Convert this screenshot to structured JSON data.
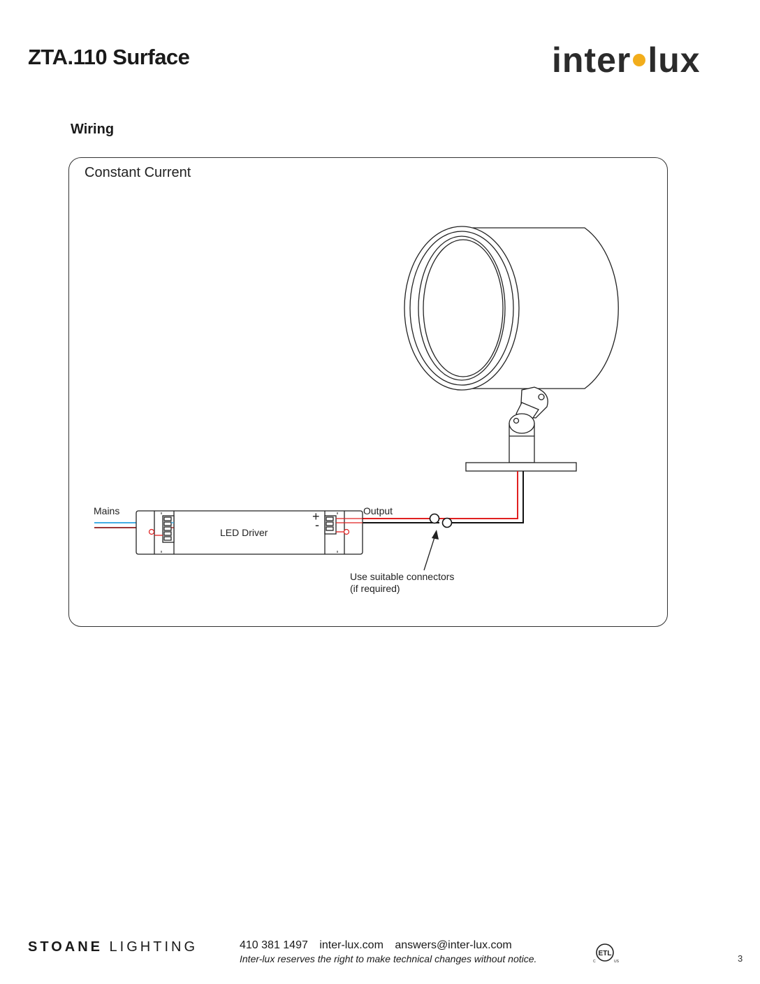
{
  "header": {
    "title": "ZTA.110 Surface",
    "logo_left": "inter",
    "logo_right": "lux"
  },
  "section": {
    "title": "Wiring"
  },
  "diagram": {
    "panel_title": "Constant Current",
    "labels": {
      "mains": "Mains",
      "led_driver": "LED Driver",
      "output": "Output",
      "plus": "+",
      "minus": "-",
      "connectors_line1": "Use suitable connectors",
      "connectors_line2": "(if required)"
    },
    "colors": {
      "live_wire": "#8b1a1a",
      "neutral_wire": "#29a3e0",
      "positive_wire": "#e02020",
      "negative_wire": "#111111",
      "outline": "#222222"
    }
  },
  "footer": {
    "brand_bold": "STOANE",
    "brand_light": "LIGHTING",
    "phone": "410 381 1497",
    "website": "inter-lux.com",
    "email": "answers@inter-lux.com",
    "note": "Inter-lux reserves the right to make technical changes without notice.",
    "cert_mark": "ETL",
    "cert_left": "C",
    "cert_right": "US",
    "page_number": "3"
  },
  "accent_color": "#f2ad1b"
}
